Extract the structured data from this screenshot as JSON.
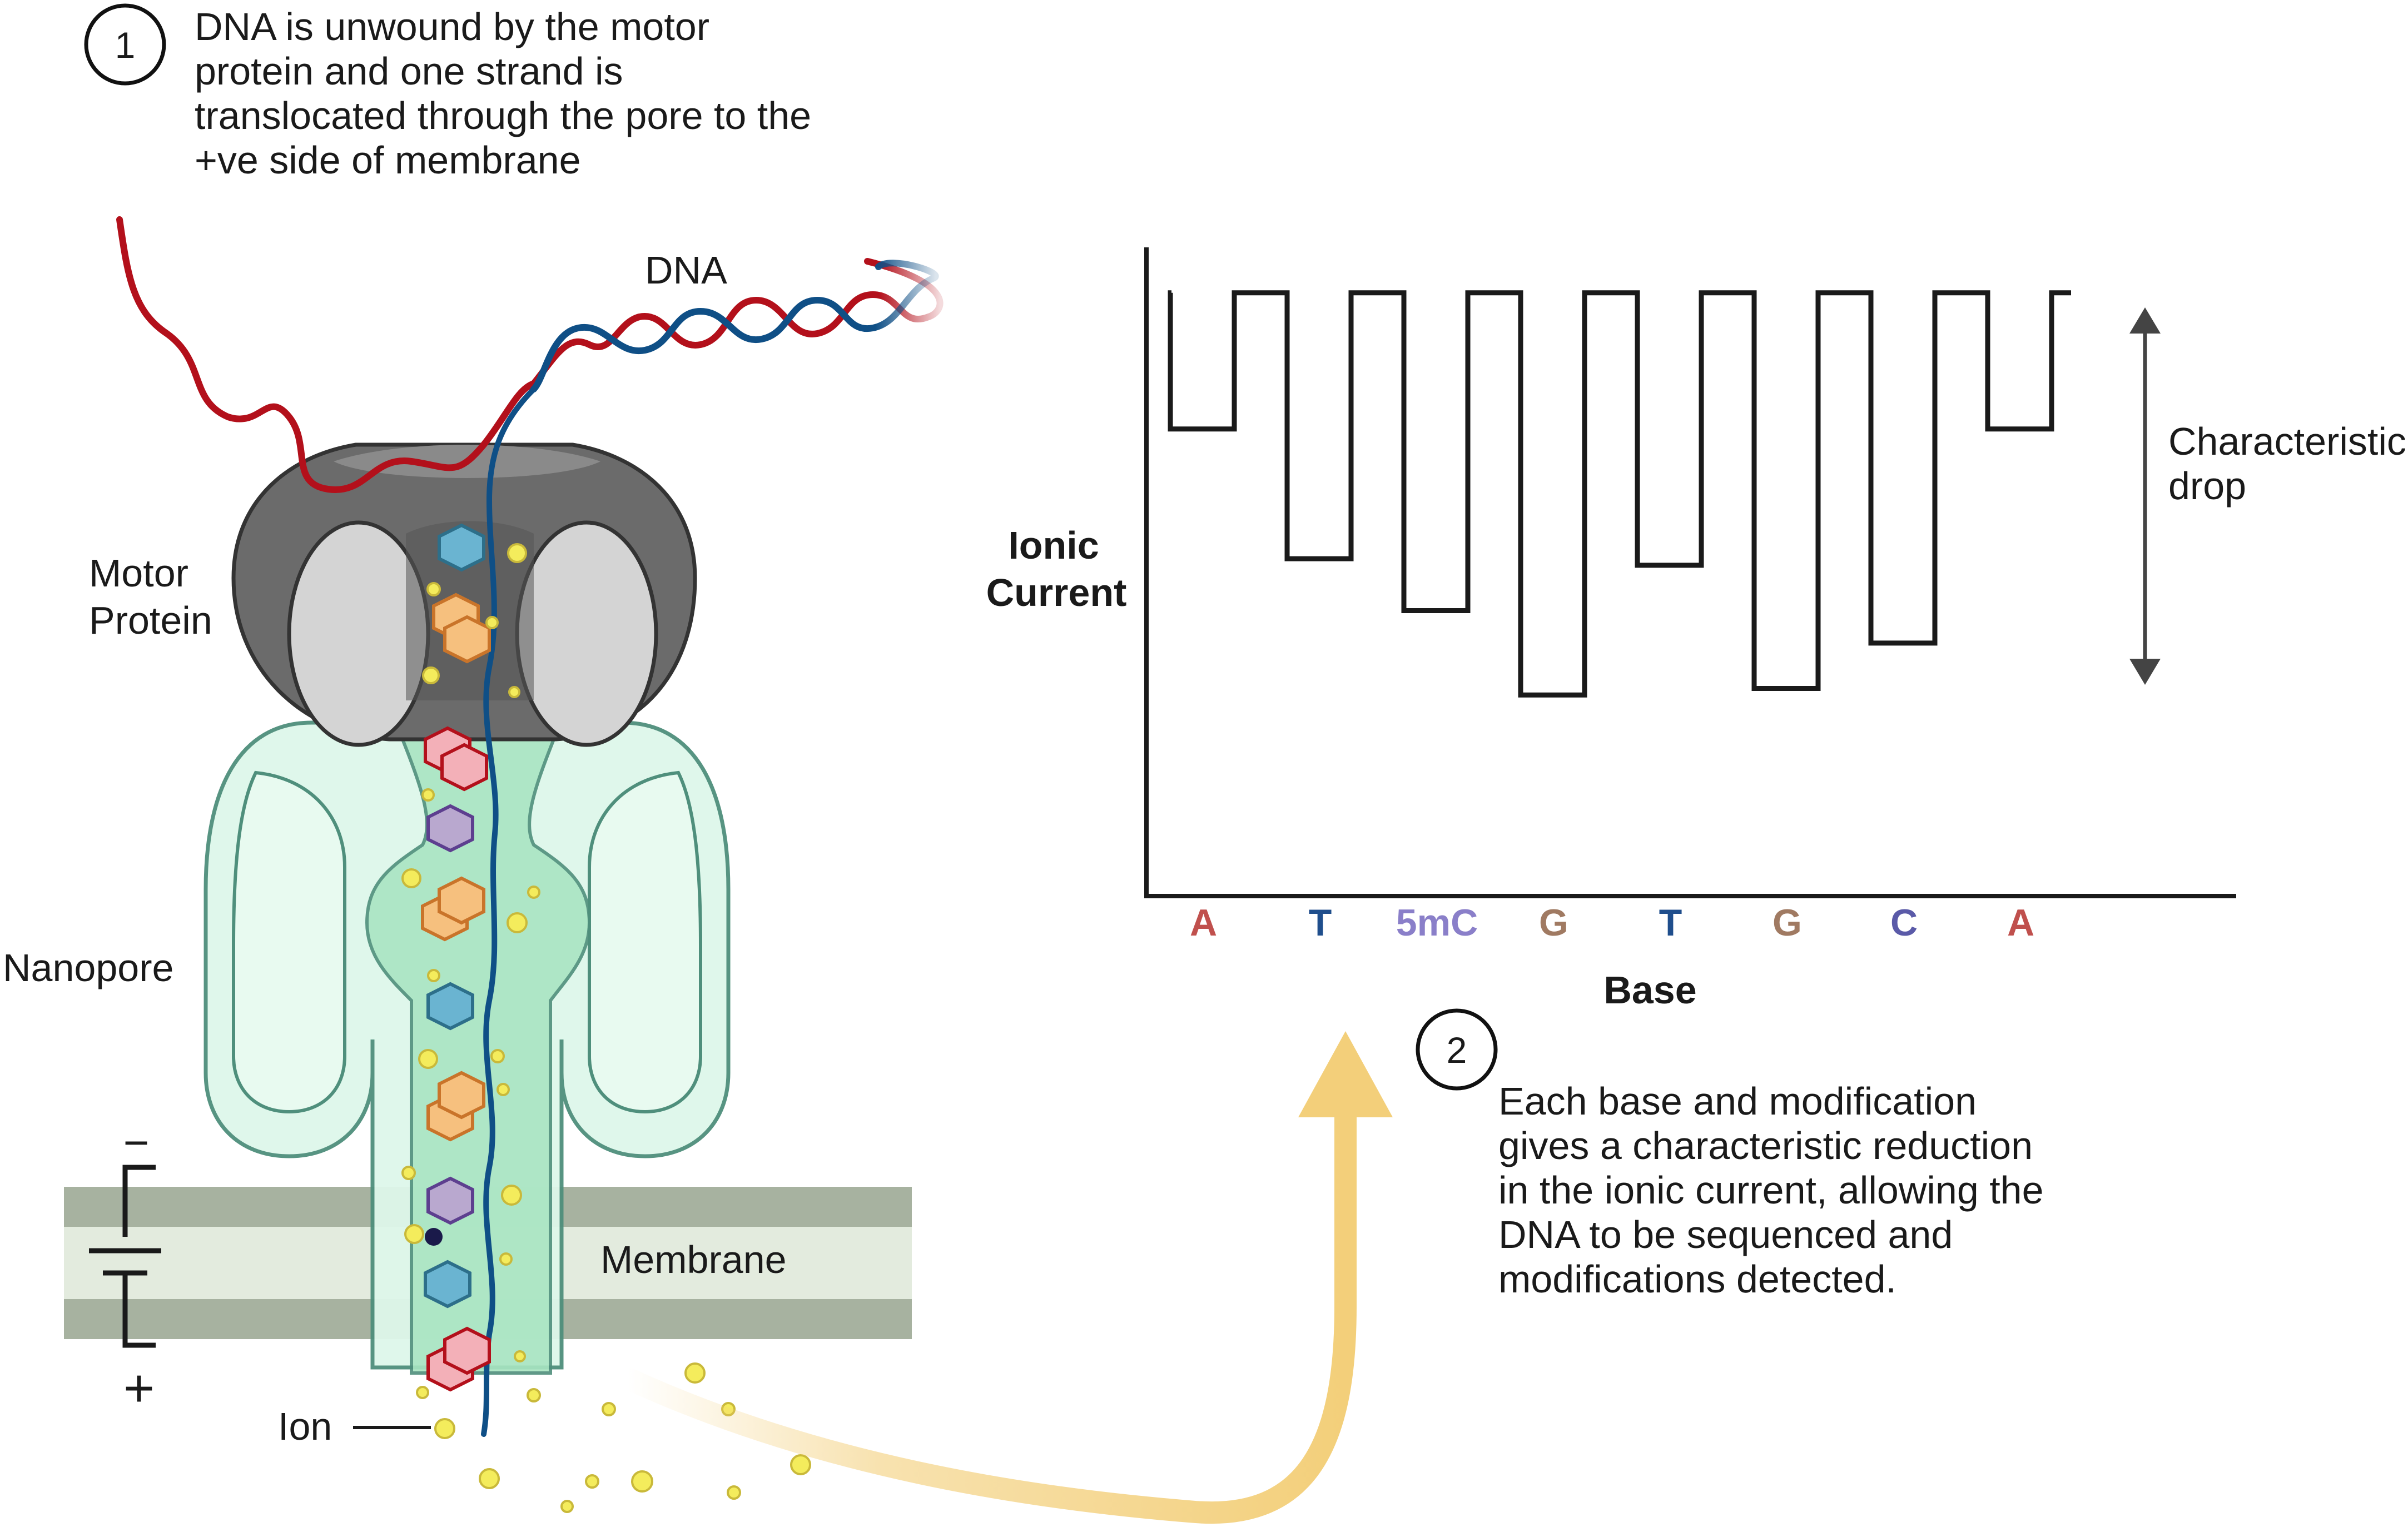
{
  "step1": {
    "number": "1",
    "text_lines": [
      "DNA is unwound by the motor",
      "protein and one strand is",
      "translocated through the pore to the",
      "+ve side of membrane"
    ]
  },
  "step2": {
    "number": "2",
    "text_lines": [
      "Each base and modification",
      "gives a characteristic reduction",
      "in the ionic current, allowing the",
      "DNA to be sequenced and",
      "modifications detected."
    ]
  },
  "labels": {
    "dna": "DNA",
    "motor_protein_line1": "Motor",
    "motor_protein_line2": "Protein",
    "nanopore": "Nanopore",
    "membrane": "Membrane",
    "ion": "Ion",
    "minus": "−",
    "plus": "+",
    "drop_line1": "Characteristic",
    "drop_line2": "drop"
  },
  "chart_data": {
    "type": "line",
    "title": "",
    "ylabel_lines": [
      "Ionic",
      "Current"
    ],
    "xlabel": "Base",
    "x_ticks": [],
    "y_ticks": [],
    "baseline_level": 0.93,
    "bases": [
      {
        "label": "A",
        "color": "#c0504d",
        "level": 0.72
      },
      {
        "label": "T",
        "color": "#1f4e8c",
        "level": 0.52
      },
      {
        "label": "5mC",
        "color": "#8a7fc9",
        "level": 0.44
      },
      {
        "label": "G",
        "color": "#a07a62",
        "level": 0.31
      },
      {
        "label": "T",
        "color": "#1f4e8c",
        "level": 0.51
      },
      {
        "label": "G",
        "color": "#a07a62",
        "level": 0.32
      },
      {
        "label": "C",
        "color": "#5a5aa8",
        "level": 0.39
      },
      {
        "label": "A",
        "color": "#c0504d",
        "level": 0.72
      }
    ],
    "ylim": [
      0,
      1
    ],
    "grid": false,
    "legend": "none"
  },
  "colors": {
    "dna_red": "#b3101b",
    "dna_blue": "#0f4f86",
    "motor_dark": "#6b6b6b",
    "motor_light": "#d4d4d4",
    "nanopore_fill": "#def7ea",
    "nanopore_stroke": "#4f8f7c",
    "channel_fill": "#a9e5c2",
    "membrane_dark": "#a7b2a0",
    "membrane_light": "#e3ebde",
    "ion_yellow": "#f4ec5c",
    "arrow_yellow": "#f3cf7a"
  },
  "icons": [
    "battery-symbol",
    "ion-dot",
    "nucleotide-hexagon"
  ]
}
